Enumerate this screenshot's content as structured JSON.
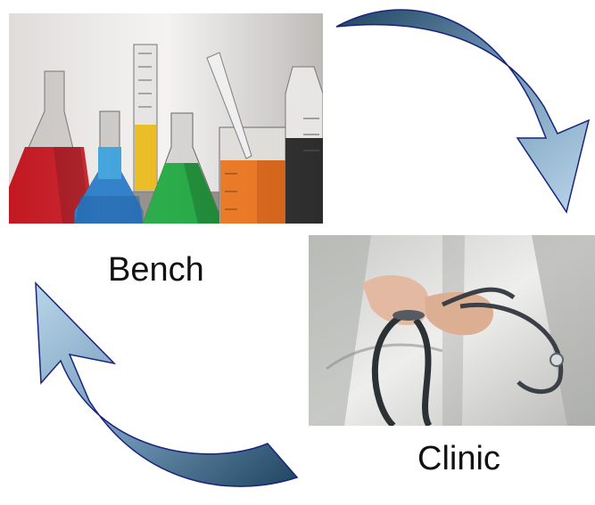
{
  "labels": {
    "bench": "Bench",
    "clinic": "Clinic"
  },
  "images": {
    "bench": "laboratory-glassware-photo",
    "clinic": "doctor-with-stethoscope-photo"
  },
  "arrows": {
    "top_right": "curved-arrow-bench-to-clinic",
    "bottom_left": "curved-arrow-clinic-to-bench"
  },
  "colors": {
    "arrow_dark": "#1f4460",
    "arrow_mid": "#6d94b3",
    "arrow_light": "#b9d6ea",
    "arrow_outline": "#1a237e",
    "text": "#111111"
  }
}
